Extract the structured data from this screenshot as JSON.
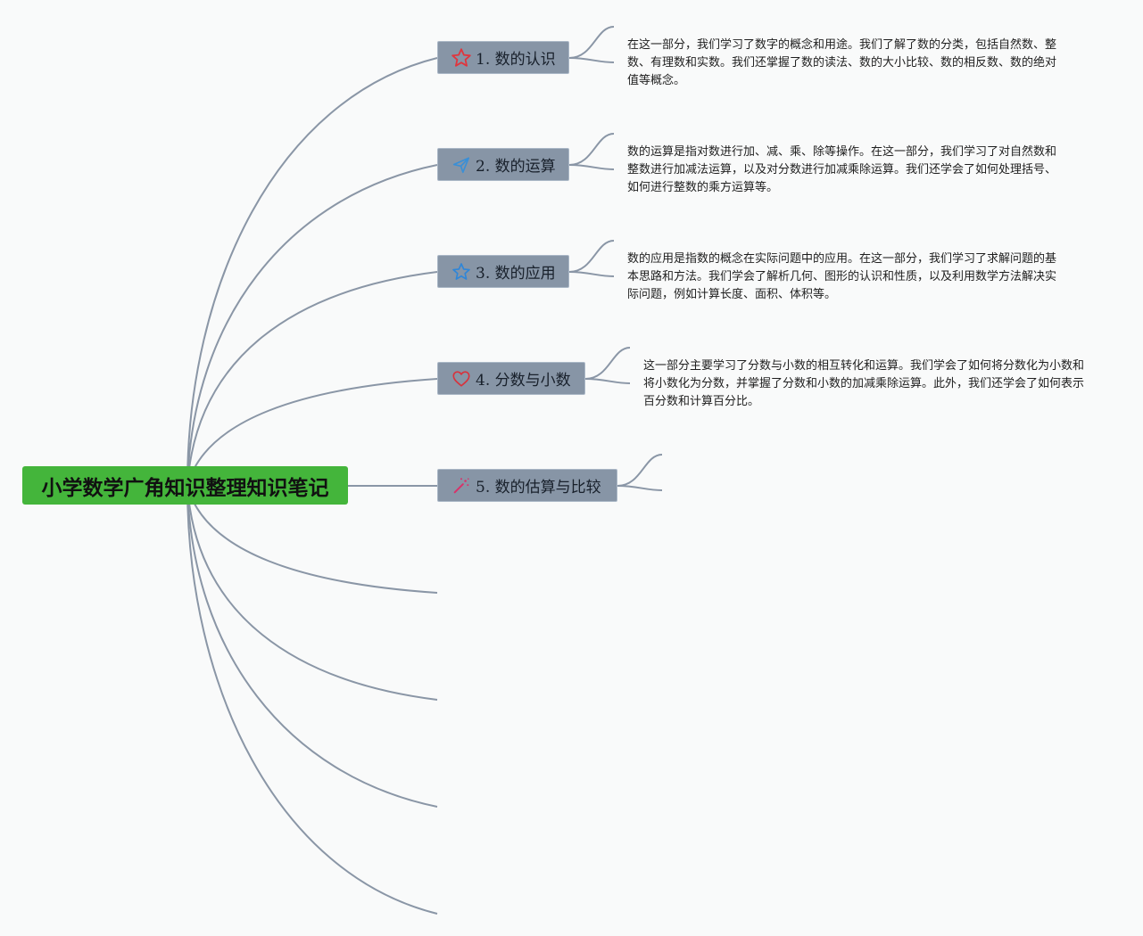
{
  "root": {
    "title": "小学数学广角知识整理知识笔记",
    "color": "#44b53b"
  },
  "topics": [
    {
      "label": "1. 数的认识",
      "icon": "star-outline-icon",
      "icon_color": "#e0353d",
      "note": "在这一部分，我们学习了数字的概念和用途。我们了解了数的分类，包括自然数、整数、有理数和实数。我们还掌握了数的读法、数的大小比较、数的相反数、数的绝对值等概念。"
    },
    {
      "label": "2. 数的运算",
      "icon": "paper-plane-icon",
      "icon_color": "#3a8fd6",
      "note": "数的运算是指对数进行加、减、乘、除等操作。在这一部分，我们学习了对自然数和整数进行加减法运算，以及对分数进行加减乘除运算。我们还学会了如何处理括号、如何进行整数的乘方运算等。"
    },
    {
      "label": "3. 数的应用",
      "icon": "star-outline-icon",
      "icon_color": "#2f86d8",
      "note": "数的应用是指数的概念在实际问题中的应用。在这一部分，我们学习了求解问题的基本思路和方法。我们学会了解析几何、图形的认识和性质，以及利用数学方法解决实际问题，例如计算长度、面积、体积等。"
    },
    {
      "label": "4. 分数与小数",
      "icon": "heart-outline-icon",
      "icon_color": "#d8323c",
      "note": "这一部分主要学习了分数与小数的相互转化和运算。我们学会了如何将分数化为小数和将小数化为分数，并掌握了分数和小数的加减乘除运算。此外，我们还学会了如何表示百分数和计算百分比。"
    },
    {
      "label": "5. 数的估算与比较",
      "icon": "magic-wand-icon",
      "icon_color": "#d8326a",
      "note": ""
    }
  ],
  "colors": {
    "background": "#f9fafa",
    "connector": "#8a96a6",
    "topic_fill": "#8795a6"
  }
}
